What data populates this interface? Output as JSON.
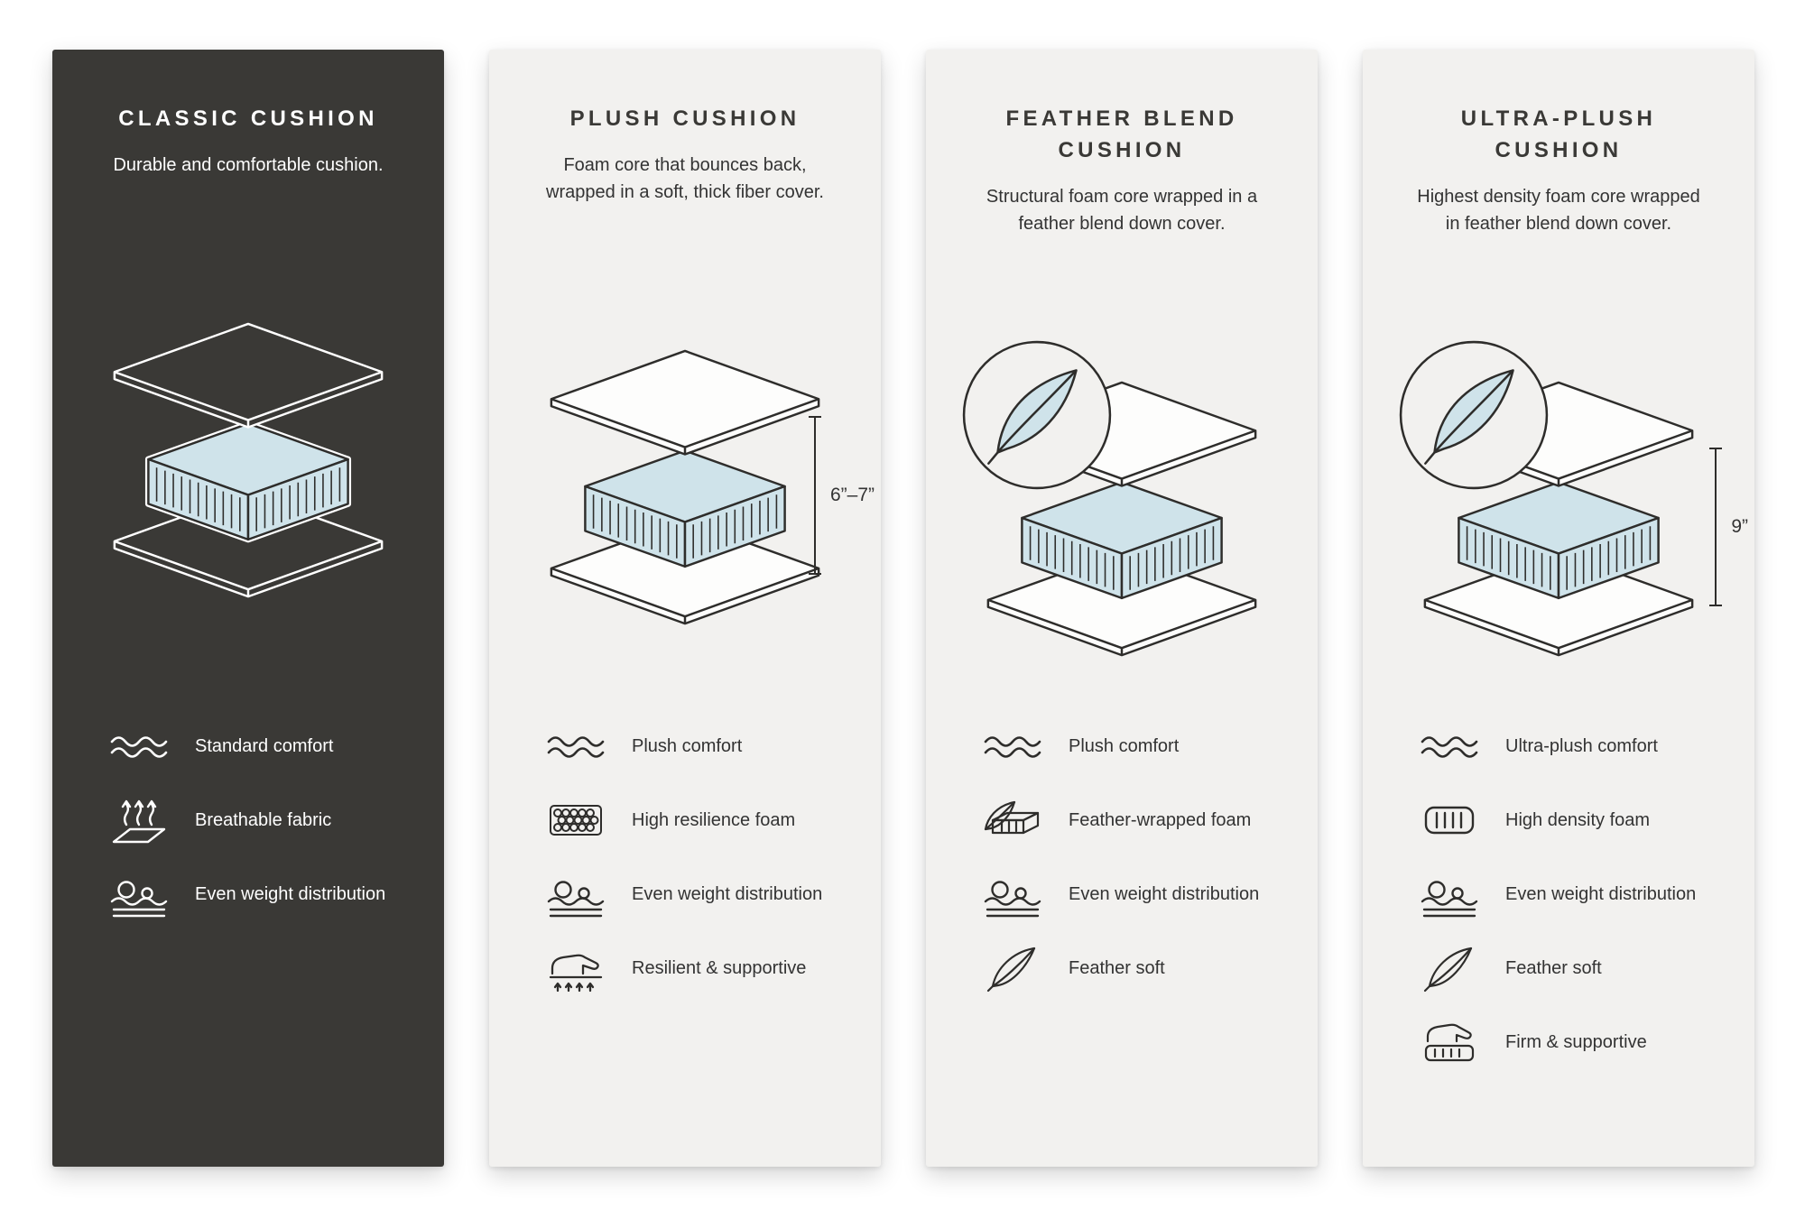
{
  "colors": {
    "dark_panel": "#3a3936",
    "light_panel": "#f2f1ef",
    "foam_blue": "#cfe3ea",
    "outline": "#2e2d2b"
  },
  "panels": [
    {
      "id": "classic-cushion",
      "theme": "dark",
      "title": "CLASSIC CUSHION",
      "description": "Durable and comfortable cushion.",
      "features": [
        {
          "icon": "waves-icon",
          "label": "Standard comfort"
        },
        {
          "icon": "breathable-fabric-icon",
          "label": "Breathable fabric"
        },
        {
          "icon": "even-weight-icon",
          "label": "Even weight distribution"
        }
      ]
    },
    {
      "id": "plush-cushion",
      "theme": "light",
      "title": "PLUSH CUSHION",
      "description": "Foam core that bounces back, wrapped in a soft, thick fiber cover.",
      "dimension": "6”–7”",
      "features": [
        {
          "icon": "waves-icon",
          "label": "Plush comfort"
        },
        {
          "icon": "resilience-foam-icon",
          "label": "High resilience foam"
        },
        {
          "icon": "even-weight-icon",
          "label": "Even weight distribution"
        },
        {
          "icon": "resilient-supportive-icon",
          "label": "Resilient & supportive"
        }
      ]
    },
    {
      "id": "feather-blend-cushion",
      "theme": "light",
      "title": "FEATHER BLEND CUSHION",
      "description": "Structural foam core wrapped in a feather blend down cover.",
      "badge": "feather-badge",
      "features": [
        {
          "icon": "waves-icon",
          "label": "Plush comfort"
        },
        {
          "icon": "feather-wrapped-foam-icon",
          "label": "Feather-wrapped foam"
        },
        {
          "icon": "even-weight-icon",
          "label": "Even weight distribution"
        },
        {
          "icon": "feather-icon",
          "label": "Feather soft"
        }
      ]
    },
    {
      "id": "ultra-plush-cushion",
      "theme": "light",
      "title": "ULTRA-PLUSH CUSHION",
      "description": "Highest density foam core wrapped in feather blend down cover.",
      "badge": "feather-badge",
      "dimension": "9”",
      "features": [
        {
          "icon": "waves-icon",
          "label": "Ultra-plush comfort"
        },
        {
          "icon": "high-density-foam-icon",
          "label": "High density foam"
        },
        {
          "icon": "even-weight-icon",
          "label": "Even weight distribution"
        },
        {
          "icon": "feather-icon",
          "label": "Feather soft"
        },
        {
          "icon": "firm-supportive-icon",
          "label": "Firm & supportive"
        }
      ]
    }
  ]
}
